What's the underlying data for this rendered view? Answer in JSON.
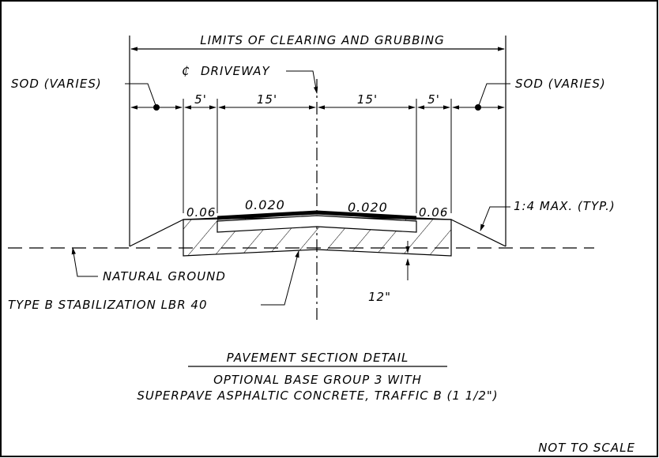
{
  "drawing": {
    "limits_label": "LIMITS OF CLEARING AND GRUBBING",
    "centerline_symbol": "₵",
    "driveway_label": "DRIVEWAY",
    "sod_left": "SOD (VARIES)",
    "sod_right": "SOD (VARIES)",
    "dim_shoulder_left": "5'",
    "dim_lane_left": "15'",
    "dim_lane_right": "15'",
    "dim_shoulder_right": "5'",
    "slope_shoulder_left": "0.06",
    "slope_lane_left": "0.020",
    "slope_lane_right": "0.020",
    "slope_shoulder_right": "0.06",
    "side_slope": "1:4 MAX. (TYP.)",
    "natural_ground": "NATURAL GROUND",
    "stabilization": "TYPE B STABILIZATION LBR 40",
    "stab_thickness": "12\""
  },
  "caption": {
    "title": "PAVEMENT SECTION DETAIL",
    "line1": "OPTIONAL BASE GROUP 3 WITH",
    "line2": "SUPERPAVE ASPHALTIC CONCRETE, TRAFFIC B (1 1/2\")"
  },
  "scale_note": "NOT TO SCALE"
}
